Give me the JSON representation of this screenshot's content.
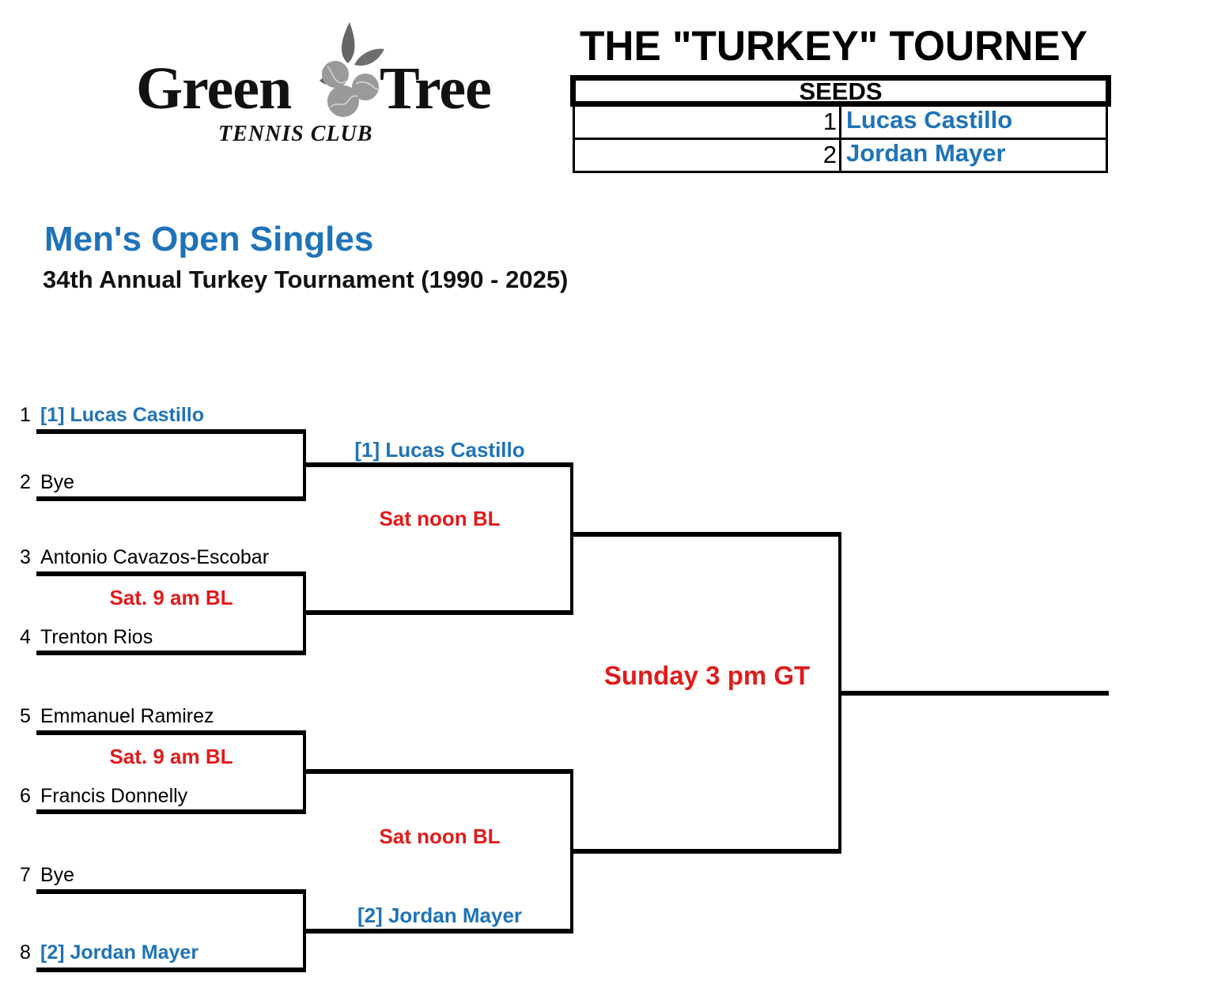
{
  "logo": {
    "word_left": "Green",
    "word_right": "Tree",
    "subtitle": "TENNIS CLUB",
    "mark_icon": "tennis-balls-with-leaves-icon"
  },
  "header": {
    "title": "THE \"TURKEY\" TOURNEY"
  },
  "seeds": {
    "heading": "SEEDS",
    "rows": [
      {
        "seed": "1",
        "name": "Lucas Castillo"
      },
      {
        "seed": "2",
        "name": "Jordan Mayer"
      }
    ]
  },
  "event": {
    "title": "Men's Open Singles",
    "subtitle": "34th Annual Turkey Tournament (1990 - 2025)"
  },
  "colors": {
    "seeded_blue": "#1f73b7",
    "schedule_red": "#e01b1b",
    "lines": "#000000"
  },
  "bracket": {
    "round1": [
      {
        "slot": "1",
        "name": "[1] Lucas Castillo",
        "seeded": true
      },
      {
        "slot": "2",
        "name": "Bye",
        "seeded": false
      },
      {
        "slot": "3",
        "name": "Antonio Cavazos-Escobar",
        "seeded": false
      },
      {
        "slot": "4",
        "name": "Trenton Rios",
        "seeded": false
      },
      {
        "slot": "5",
        "name": "Emmanuel Ramirez",
        "seeded": false
      },
      {
        "slot": "6",
        "name": "Francis Donnelly",
        "seeded": false
      },
      {
        "slot": "7",
        "name": "Bye",
        "seeded": false
      },
      {
        "slot": "8",
        "name": "[2] Jordan Mayer",
        "seeded": true
      }
    ],
    "round1_schedules": [
      {
        "match": "3v4",
        "text": "Sat. 9 am BL"
      },
      {
        "match": "5v6",
        "text": "Sat. 9 am BL"
      }
    ],
    "semifinal_advancers": [
      {
        "match": "top",
        "name": "[1] Lucas Castillo"
      },
      {
        "match": "bottom",
        "name": "[2] Jordan Mayer"
      }
    ],
    "semifinal_schedules": [
      {
        "match": "top",
        "text": "Sat noon BL"
      },
      {
        "match": "bottom",
        "text": "Sat noon BL"
      }
    ],
    "final_schedule": "Sunday 3 pm GT",
    "champion": ""
  }
}
